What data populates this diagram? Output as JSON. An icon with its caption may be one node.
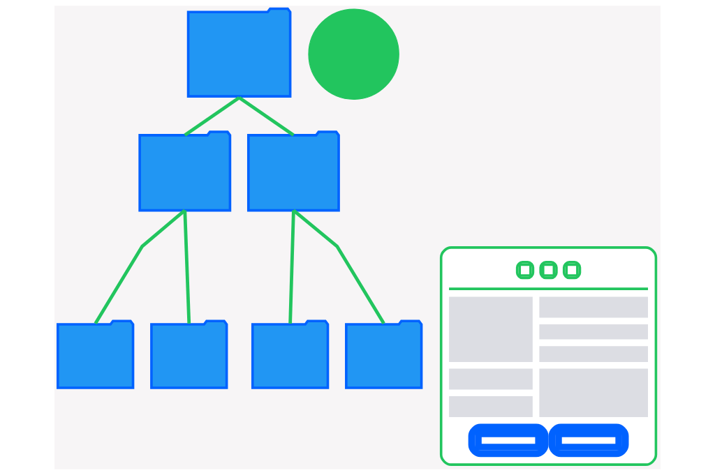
{
  "diagram": {
    "nodes": [
      {
        "text": [],
        "shape": "folder"
      },
      {
        "text": [],
        "shape": "folder"
      },
      {
        "text": [],
        "shape": "folder"
      },
      {
        "text": [],
        "shape": "folder"
      },
      {
        "text": [],
        "shape": "folder"
      },
      {
        "text": [],
        "shape": "folder"
      },
      {
        "text": [],
        "shape": "folder"
      },
      {
        "text": [],
        "shape": "circle"
      },
      {
        "text": [],
        "shape": "picture"
      }
    ],
    "edges": [
      {
        "from": 0,
        "to": 1,
        "arrow": "none"
      },
      {
        "from": 0,
        "to": 2,
        "arrow": "none"
      },
      {
        "from": 1,
        "to": 3,
        "arrow": "none"
      },
      {
        "from": 1,
        "to": 4,
        "arrow": "none"
      },
      {
        "from": 2,
        "to": 5,
        "arrow": "none"
      },
      {
        "from": 2,
        "to": 6,
        "arrow": "none"
      }
    ]
  }
}
